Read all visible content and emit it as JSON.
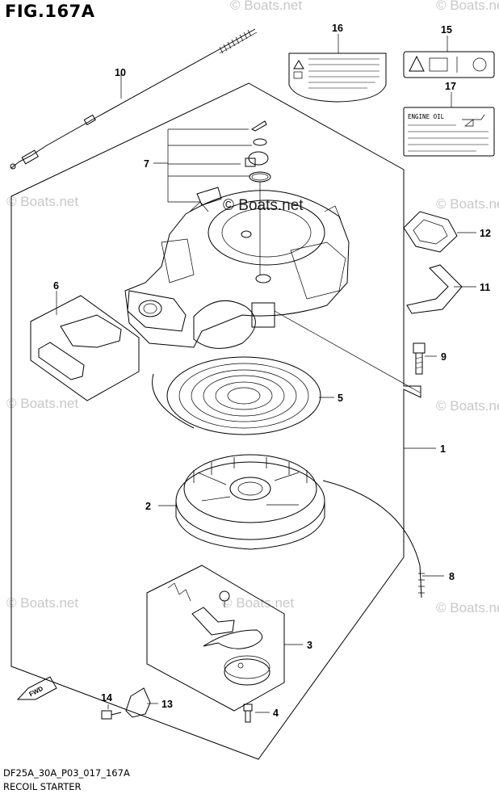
{
  "figure": {
    "title": "FIG.167A",
    "code": "DF25A_30A_P03_017_167A",
    "name": "RECOIL STARTER"
  },
  "watermark": {
    "text": "© Boats.net"
  },
  "labels": {
    "engine_oil": "ENGINE OIL",
    "fwd": "FWD"
  },
  "callouts": [
    {
      "number": "1"
    },
    {
      "number": "2"
    },
    {
      "number": "3"
    },
    {
      "number": "4"
    },
    {
      "number": "5"
    },
    {
      "number": "6"
    },
    {
      "number": "7"
    },
    {
      "number": "8"
    },
    {
      "number": "9"
    },
    {
      "number": "10"
    },
    {
      "number": "11"
    },
    {
      "number": "12"
    },
    {
      "number": "13"
    },
    {
      "number": "14"
    },
    {
      "number": "15"
    },
    {
      "number": "16"
    },
    {
      "number": "17"
    }
  ]
}
